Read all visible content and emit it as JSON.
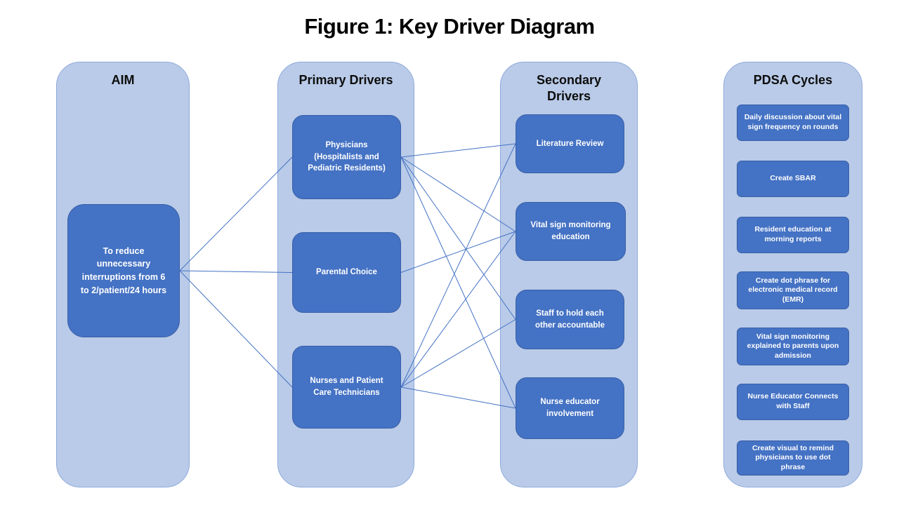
{
  "title": "Figure 1: Key Driver Diagram",
  "colors": {
    "column_bg": "#b9cbe8",
    "column_border": "#8ea9db",
    "box_fill": "#4472c4",
    "box_border": "#3a5fa8",
    "connector": "#4472c4",
    "text_on_box": "#ffffff"
  },
  "columns": {
    "aim": {
      "header": "AIM",
      "box_label": "To reduce unnecessary interruptions from 6 to 2/patient/24 hours"
    },
    "primary": {
      "header": "Primary Drivers",
      "boxes": [
        {
          "label": "Physicians (Hospitalists and Pediatric Residents)"
        },
        {
          "label": "Parental Choice"
        },
        {
          "label": "Nurses and Patient Care Technicians"
        }
      ]
    },
    "secondary": {
      "header": "Secondary Drivers",
      "boxes": [
        {
          "label": "Literature Review"
        },
        {
          "label": "Vital sign monitoring education"
        },
        {
          "label": "Staff to hold each other accountable"
        },
        {
          "label": "Nurse educator involvement"
        }
      ]
    },
    "pdsa": {
      "header": "PDSA Cycles",
      "boxes": [
        {
          "label": "Daily discussion about vital sign frequency on rounds"
        },
        {
          "label": "Create SBAR"
        },
        {
          "label": "Resident education at morning reports"
        },
        {
          "label": "Create dot phrase for electronic medical record (EMR)"
        },
        {
          "label": "Vital sign monitoring explained to parents upon admission"
        },
        {
          "label": "Nurse Educator Connects with Staff"
        },
        {
          "label": "Create visual to remind physicians to use dot phrase"
        }
      ]
    }
  },
  "connections": [
    {
      "from": "aim-box",
      "to": "primary-box-physicians"
    },
    {
      "from": "aim-box",
      "to": "primary-box-parental-choice"
    },
    {
      "from": "aim-box",
      "to": "primary-box-nurses"
    },
    {
      "from": "primary-box-physicians",
      "to": "secondary-box-literature-review"
    },
    {
      "from": "primary-box-physicians",
      "to": "secondary-box-vital-sign-education"
    },
    {
      "from": "primary-box-physicians",
      "to": "secondary-box-staff-accountable"
    },
    {
      "from": "primary-box-physicians",
      "to": "secondary-box-nurse-educator"
    },
    {
      "from": "primary-box-parental-choice",
      "to": "secondary-box-vital-sign-education"
    },
    {
      "from": "primary-box-nurses",
      "to": "secondary-box-literature-review"
    },
    {
      "from": "primary-box-nurses",
      "to": "secondary-box-vital-sign-education"
    },
    {
      "from": "primary-box-nurses",
      "to": "secondary-box-staff-accountable"
    },
    {
      "from": "primary-box-nurses",
      "to": "secondary-box-nurse-educator"
    }
  ]
}
